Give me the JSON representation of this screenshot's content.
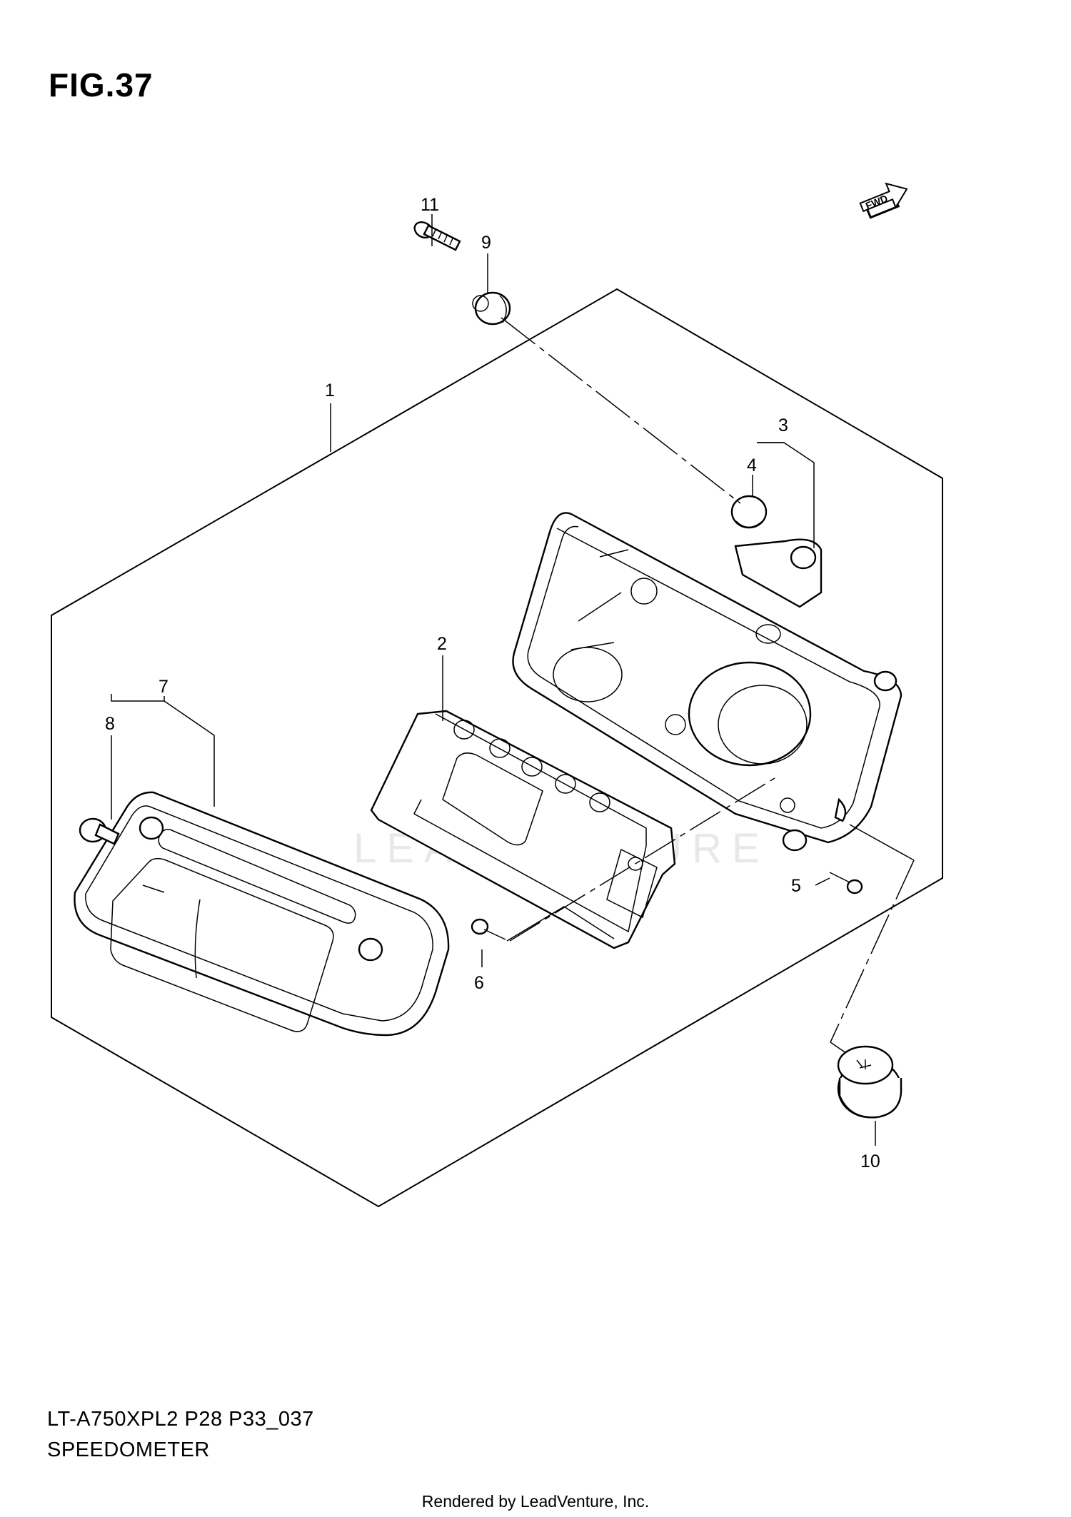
{
  "figure": {
    "title": "FIG.37",
    "model_code": "LT-A750XPL2 P28 P33_037",
    "name": "SPEEDOMETER",
    "rendered_by": "Rendered by LeadVenture, Inc.",
    "watermark": "LEADVENTURE",
    "fwd_label": "FWD"
  },
  "callouts": [
    "1",
    "2",
    "3",
    "4",
    "5",
    "6",
    "7",
    "8",
    "9",
    "10",
    "11"
  ]
}
